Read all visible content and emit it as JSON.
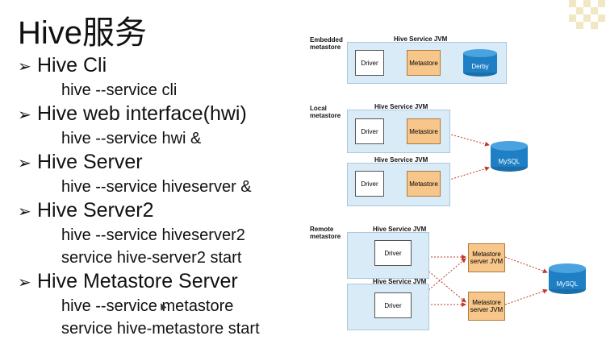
{
  "slide": {
    "title": "Hive服务",
    "items": [
      {
        "label": "Hive Cli",
        "commands": [
          "hive --service cli"
        ]
      },
      {
        "label": "Hive web interface(hwi)",
        "commands": [
          "hive --service hwi &"
        ]
      },
      {
        "label": "Hive Server",
        "commands": [
          "hive --service hiveserver &"
        ]
      },
      {
        "label": "Hive Server2",
        "commands": [
          "hive --service hiveserver2",
          "service hive-server2 start"
        ]
      },
      {
        "label": "Hive Metastore Server",
        "commands": [
          "hive --service metastore",
          "service hive-metastore start"
        ]
      }
    ],
    "bullet_icon": "arrow-bullet-icon"
  },
  "diagram": {
    "embedded": {
      "section": "Embedded metastore",
      "jvm": "Hive Service JVM",
      "driver": "Driver",
      "metastore": "Metastore",
      "db": "Derby"
    },
    "local": {
      "section": "Local metastore",
      "jvm1": "Hive Service JVM",
      "jvm2": "Hive Service JVM",
      "driver": "Driver",
      "metastore": "Metastore",
      "db": "MySQL"
    },
    "remote": {
      "section": "Remote metastore",
      "jvm1": "Hive Service JVM",
      "jvm2": "Hive Service JVM",
      "driver": "Driver",
      "metastore_server": "Metastore server JVM",
      "db": "MySQL"
    }
  },
  "colors": {
    "jvm_fill": "#d9ebf7",
    "metastore_fill": "#f7c68a",
    "db_fill": "#1f7fc4",
    "arrow": "#c0392b"
  }
}
